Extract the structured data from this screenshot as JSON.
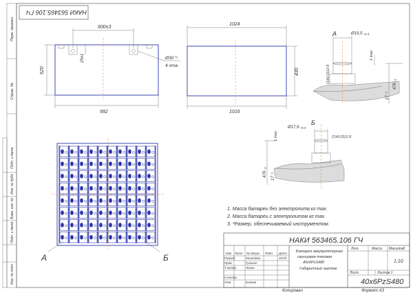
{
  "stamp_rotated": "НАКИ 563465.106 ГЧ",
  "top_view": {
    "dim_width_600": "600±3",
    "dim_992": "992",
    "dim_height_520": "520",
    "dim_25": "25±1",
    "hole_dia": "Ø30⁺¹",
    "hole_count": "4 отв."
  },
  "side_view": {
    "dim_1024": "1024",
    "dim_1016": "1016",
    "dim_430": "430"
  },
  "detail_a": {
    "label": "А",
    "dia": "Ø19,5₋₀,₄",
    "tol": "(1±0,01)1:9",
    "max": "1 max",
    "height": "478₋₂",
    "h17": "17⁻¹"
  },
  "detail_b": {
    "label": "Б",
    "dia": "Ø17,9₋₀,₄",
    "tol": "(1±0,01)1:9",
    "max": "1 max",
    "height": "478₋₂",
    "h17": "17⁻¹"
  },
  "callouts": {
    "a": "А",
    "b": "Б"
  },
  "notes": [
    "1. Масса батареи без электролита   кг max.",
    "2. Масса батареи с электролитом   кг max.",
    "3. *Размер, обеспечиваемый инструментом."
  ],
  "title_block": {
    "doc_number": "НАКИ 563465.106 ГЧ",
    "description_1": "Батарея аккумуляторная",
    "description_2": "свинцовая тяговая",
    "description_3": "40x6PzS480",
    "description_4": "Габаритный чертеж",
    "col_lit": "Лит.",
    "col_mass": "Масса",
    "col_scale": "Масштаб",
    "scale": "1:10",
    "sheet": "Лист",
    "sheets": "Листов 1",
    "designation": "40x6PzS480",
    "rows": [
      {
        "role": "Изм",
        "name": "Лист",
        "extra": "№ докум."
      },
      {
        "role": "Разраб.",
        "name": "Кошелева",
        "extra": ""
      },
      {
        "role": "Пров.",
        "name": "Гулькин",
        "extra": ""
      },
      {
        "role": "Т.контр.",
        "name": "Лозин",
        "extra": ""
      },
      {
        "role": "Н.контр.",
        "name": "",
        "extra": ""
      },
      {
        "role": "Утв.",
        "name": "Елкоев",
        "extra": ""
      }
    ],
    "header_cols": [
      "Подп.",
      "Дата"
    ],
    "date": "18.03"
  },
  "footer": {
    "copied": "Копировал",
    "format": "Формат   А3"
  },
  "side_strip": [
    "Перв. примен.",
    "Справ. №",
    "Подп. и дата",
    "Инв. № дубл.",
    "Взам. инв. №",
    "Подп. и дата",
    "Инв. № подл."
  ],
  "grid": {
    "rows": 8,
    "cols": 10
  }
}
